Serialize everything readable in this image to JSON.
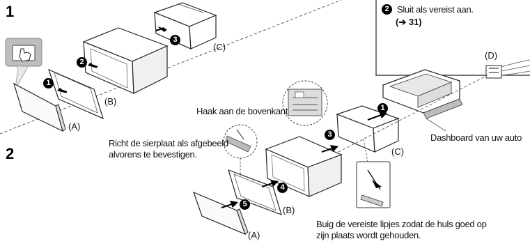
{
  "step_labels": {
    "one": "1",
    "two": "2"
  },
  "callout": {
    "badge": "2",
    "text": "Sluit als vereist aan.",
    "ref": "(➔ 31)"
  },
  "parts": {
    "a": "(A)",
    "b": "(B)",
    "c": "(C)",
    "d": "(D)"
  },
  "step_badges": [
    "1",
    "2",
    "3",
    "4",
    "5"
  ],
  "annotations": {
    "hook_top": "Haak aan de bovenkant",
    "align_plate_line1": "Richt de sierplaat als afgebeeld",
    "align_plate_line2": "alvorens te bevestigen.",
    "dashboard": "Dashboard van uw auto",
    "bend_tabs_line1": "Buig de vereiste lipjes zodat de huls goed op",
    "bend_tabs_line2": "zijn plaats wordt gehouden."
  },
  "colors": {
    "line": "#1a1a1a",
    "gray_fill": "#bdbdbd",
    "light_gray": "#e6e6e6"
  }
}
